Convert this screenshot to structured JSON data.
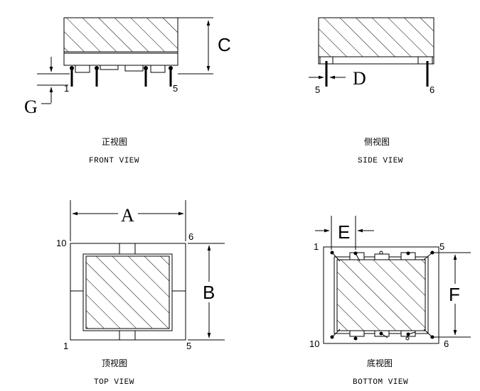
{
  "views": {
    "front": {
      "title_cn": "正视图",
      "title_en": "FRONT VIEW"
    },
    "side": {
      "title_cn": "侧视图",
      "title_en": "SIDE VIEW"
    },
    "top": {
      "title_cn": "顶视图",
      "title_en": "TOP VIEW"
    },
    "bottom": {
      "title_cn": "底视图",
      "title_en": "BOTTOM VIEW"
    }
  },
  "dimensions": {
    "A": "A",
    "B": "B",
    "C": "C",
    "D": "D",
    "E": "E",
    "F": "F",
    "G": "G"
  },
  "pins": {
    "front": {
      "left": "1",
      "right": "5"
    },
    "side": {
      "left": "5",
      "right": "6"
    },
    "top": {
      "top_left": "10",
      "top_right": "6",
      "bottom_left": "1",
      "bottom_right": "5"
    },
    "bottom": {
      "top_left": "1",
      "top_right": "5",
      "bottom_left": "10",
      "bottom_right": "6"
    }
  }
}
